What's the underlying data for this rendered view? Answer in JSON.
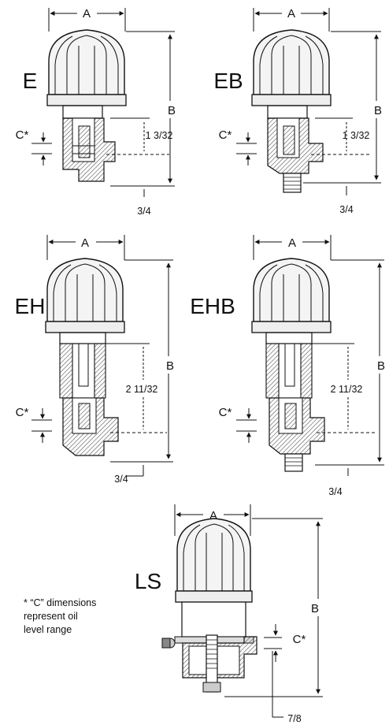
{
  "models": [
    {
      "id": "E",
      "label": "E",
      "dim_a": "A",
      "dim_b": "B",
      "dim_c": "C*",
      "height_dim": "1 3/32",
      "thread_dim": "3/4"
    },
    {
      "id": "EB",
      "label": "EB",
      "dim_a": "A",
      "dim_b": "B",
      "dim_c": "C*",
      "height_dim": "1 3/32",
      "thread_dim": "3/4"
    },
    {
      "id": "EH",
      "label": "EH",
      "dim_a": "A",
      "dim_b": "B",
      "dim_c": "C*",
      "height_dim": "2 11/32",
      "thread_dim": "3/4"
    },
    {
      "id": "EHB",
      "label": "EHB",
      "dim_a": "A",
      "dim_b": "B",
      "dim_c": "C*",
      "height_dim": "2 11/32",
      "thread_dim": "3/4"
    },
    {
      "id": "LS",
      "label": "LS",
      "dim_a": "A",
      "dim_b": "B",
      "dim_c": "C*",
      "thread_dim": "7/8"
    }
  ],
  "footnote": [
    "* “C” dimensions",
    "represent oil",
    "level range"
  ],
  "colors": {
    "line": "#111111",
    "cap": "#f4f4f4",
    "hatch": "#555555"
  }
}
